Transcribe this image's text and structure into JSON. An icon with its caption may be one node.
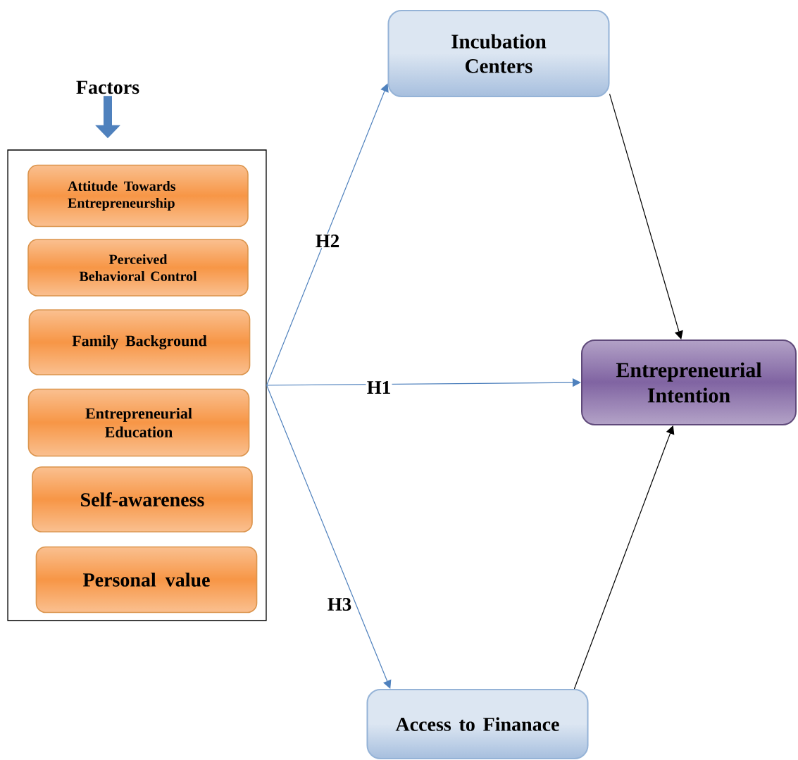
{
  "diagram": {
    "nodes": [
      {
        "text": [
          "Factors"
        ]
      },
      {
        "text": [],
        "shape": "box"
      },
      {
        "text": [
          "Attitude Towards Entrepreneurship"
        ],
        "in": 1
      },
      {
        "text": [
          "Perceived Behavioral Control"
        ],
        "in": 1
      },
      {
        "text": [
          "Family Background"
        ],
        "in": 1
      },
      {
        "text": [
          "Entrepreneurial Education"
        ],
        "in": 1
      },
      {
        "text": [
          "Self-awareness"
        ],
        "in": 1
      },
      {
        "text": [
          "Personal value"
        ],
        "in": 1
      },
      {
        "text": [
          "Incubation Centers"
        ]
      },
      {
        "text": [
          "Entrepreneurial Intention"
        ]
      },
      {
        "text": [
          "Access to Finanace"
        ]
      }
    ],
    "edges": [
      {
        "from": 0,
        "to": 1,
        "arrow": "to",
        "style": "thick"
      },
      {
        "from": 1,
        "to": 8,
        "arrow": "to",
        "label": "H2"
      },
      {
        "from": 1,
        "to": 9,
        "arrow": "to",
        "label": "H1"
      },
      {
        "from": 1,
        "to": 10,
        "arrow": "to",
        "label": "H3"
      },
      {
        "from": 8,
        "to": 9,
        "arrow": "to",
        "color": "#000000"
      },
      {
        "from": 10,
        "to": 9,
        "arrow": "to",
        "color": "#000000"
      }
    ]
  }
}
